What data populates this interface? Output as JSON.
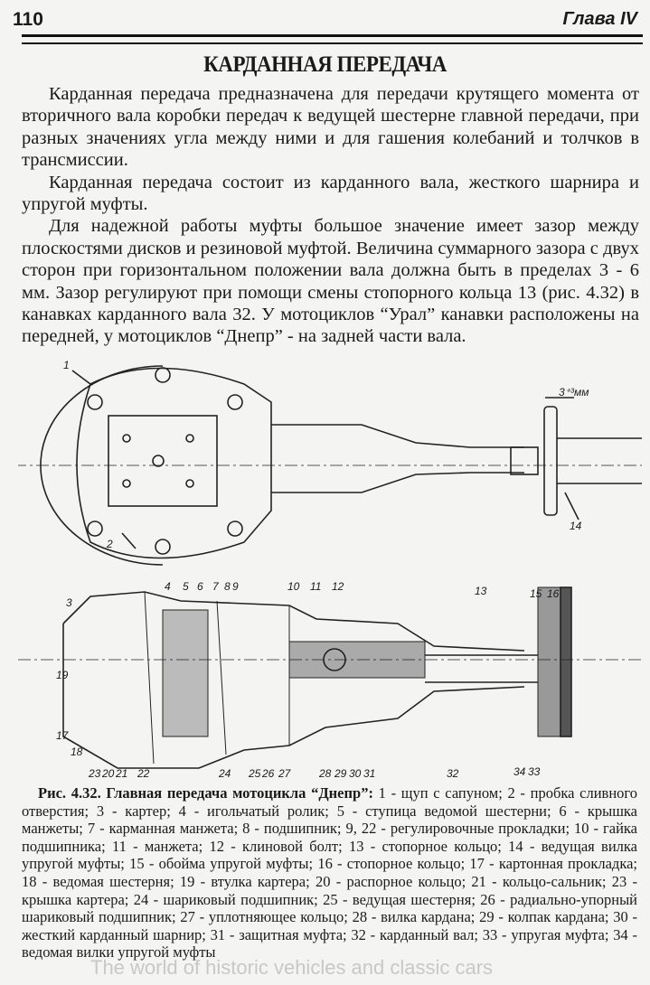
{
  "header": {
    "page_number": "110",
    "chapter": "Глава IV"
  },
  "title": "КАРДАННАЯ ПЕРЕДАЧА",
  "paragraphs": [
    "Карданная передача предназначена для передачи крутящего момента от вторичного вала коробки передач к ведущей шестерне главной передачи, при разных значениях угла между ними и для гашения колебаний и толчков в трансмиссии.",
    "Карданная передача состоит из карданного вала, жесткого шарнира и упругой муфты.",
    "Для надежной работы муфты большое значение имеет зазор между плоскостями дисков и резиновой муфтой. Величина суммарного зазора с двух сторон при горизонтальном положении вала должна быть в пределах 3 - 6 мм. Зазор регулируют при помощи смены стопорного кольца 13 (рис. 4.32) в канавках карданного вала 32. У мотоциклов “Урал” канавки расположены на передней, у мотоциклов “Днепр” - на задней части вала."
  ],
  "figure": {
    "labels": [
      "1",
      "2",
      "3⁺³мм",
      "14",
      "3",
      "4",
      "5",
      "6",
      "7",
      "8",
      "9",
      "10",
      "11",
      "12",
      "13",
      "15",
      "16",
      "19",
      "17",
      "18",
      "23",
      "20",
      "21",
      "22",
      "24",
      "25",
      "26",
      "27",
      "28",
      "29",
      "30",
      "31",
      "32",
      "34",
      "33"
    ],
    "caption_title": "Рис. 4.32. Главная передача мотоцикла “Днепр”:",
    "caption_text": " 1 - щуп с сапуном; 2 - пробка сливного отверстия; 3 - картер; 4 - игольчатый ролик; 5 - ступица ведомой шестерни; 6 - крышка манжеты; 7 - карманная манжета; 8 - подшипник; 9, 22 - регулировочные прокладки; 10 - гайка подшипника; 11 - манжета; 12 - клиновой болт; 13 - стопорное кольцо; 14 - ведущая вилка упругой муфты; 15 - обойма упругой муфты; 16 - стопорное кольцо; 17 - картонная прокладка; 18 - ведомая шестерня; 19 - втулка картера; 20 - распорное кольцо; 21 - кольцо-сальник; 23 - крышка картера; 24 - шариковый подшипник; 25 - ведущая шестерня; 26 - радиально-упорный шариковый подшипник; 27 - уплотняющее кольцо; 28 - вилка кардана; 29 - колпак кардана; 30 - жесткий карданный шарнир; 31 - защитная муфта; 32 - карданный вал; 33 - упругая муфта; 34 - ведомая вилки упругой муфты"
  },
  "watermark": "The world of historic vehicles and classic cars"
}
